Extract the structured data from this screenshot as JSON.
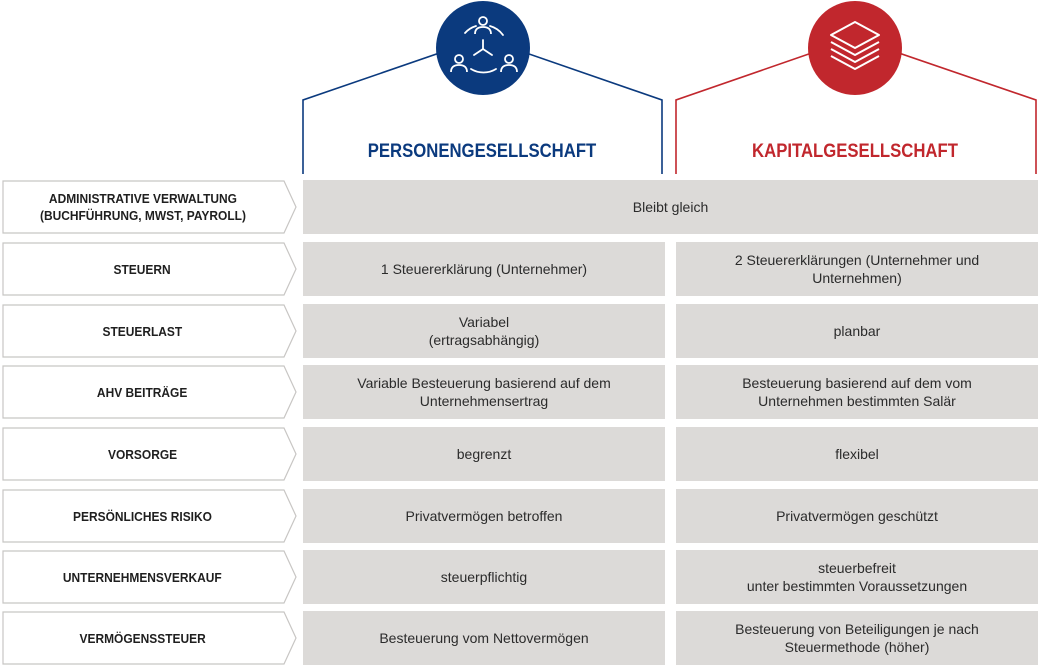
{
  "colors": {
    "blue": "#0b3a7e",
    "red": "#c1272d",
    "cell_bg": "#dcdad8"
  },
  "columns": {
    "left": {
      "title": "PERSONENGESELLSCHAFT",
      "icon": "people-network-icon"
    },
    "right": {
      "title": "KAPITALGESELLSCHAFT",
      "icon": "stacked-layers-icon"
    }
  },
  "rows": [
    {
      "label": "ADMINISTRATIVE VERWALTUNG\n(BUCHFÜHRUNG, MWST, PAYROLL)",
      "span": "Bleibt gleich"
    },
    {
      "label": "STEUERN",
      "left": "1 Steuererklärung (Unternehmer)",
      "right": "2 Steuererklärungen (Unternehmer und\nUnternehmen)"
    },
    {
      "label": "STEUERLAST",
      "left": "Variabel\n(ertragsabhängig)",
      "right": "planbar"
    },
    {
      "label": "AHV BEITRÄGE",
      "left": "Variable Besteuerung basierend auf dem\nUnternehmensertrag",
      "right": "Besteuerung basierend auf dem vom\nUnternehmen bestimmten Salär"
    },
    {
      "label": "VORSORGE",
      "left": "begrenzt",
      "right": "flexibel"
    },
    {
      "label": "PERSÖNLICHES RISIKO",
      "left": "Privatvermögen betroffen",
      "right": "Privatvermögen geschützt"
    },
    {
      "label": "UNTERNEHMENSVERKAUF",
      "left": "steuerpflichtig",
      "right": "steuerbefreit\nunter bestimmten Voraussetzungen"
    },
    {
      "label": "VERMÖGENSSTEUER",
      "left": "Besteuerung vom Nettovermögen",
      "right": "Besteuerung von Beteiligungen je nach\nSteuermethode (höher)"
    }
  ]
}
